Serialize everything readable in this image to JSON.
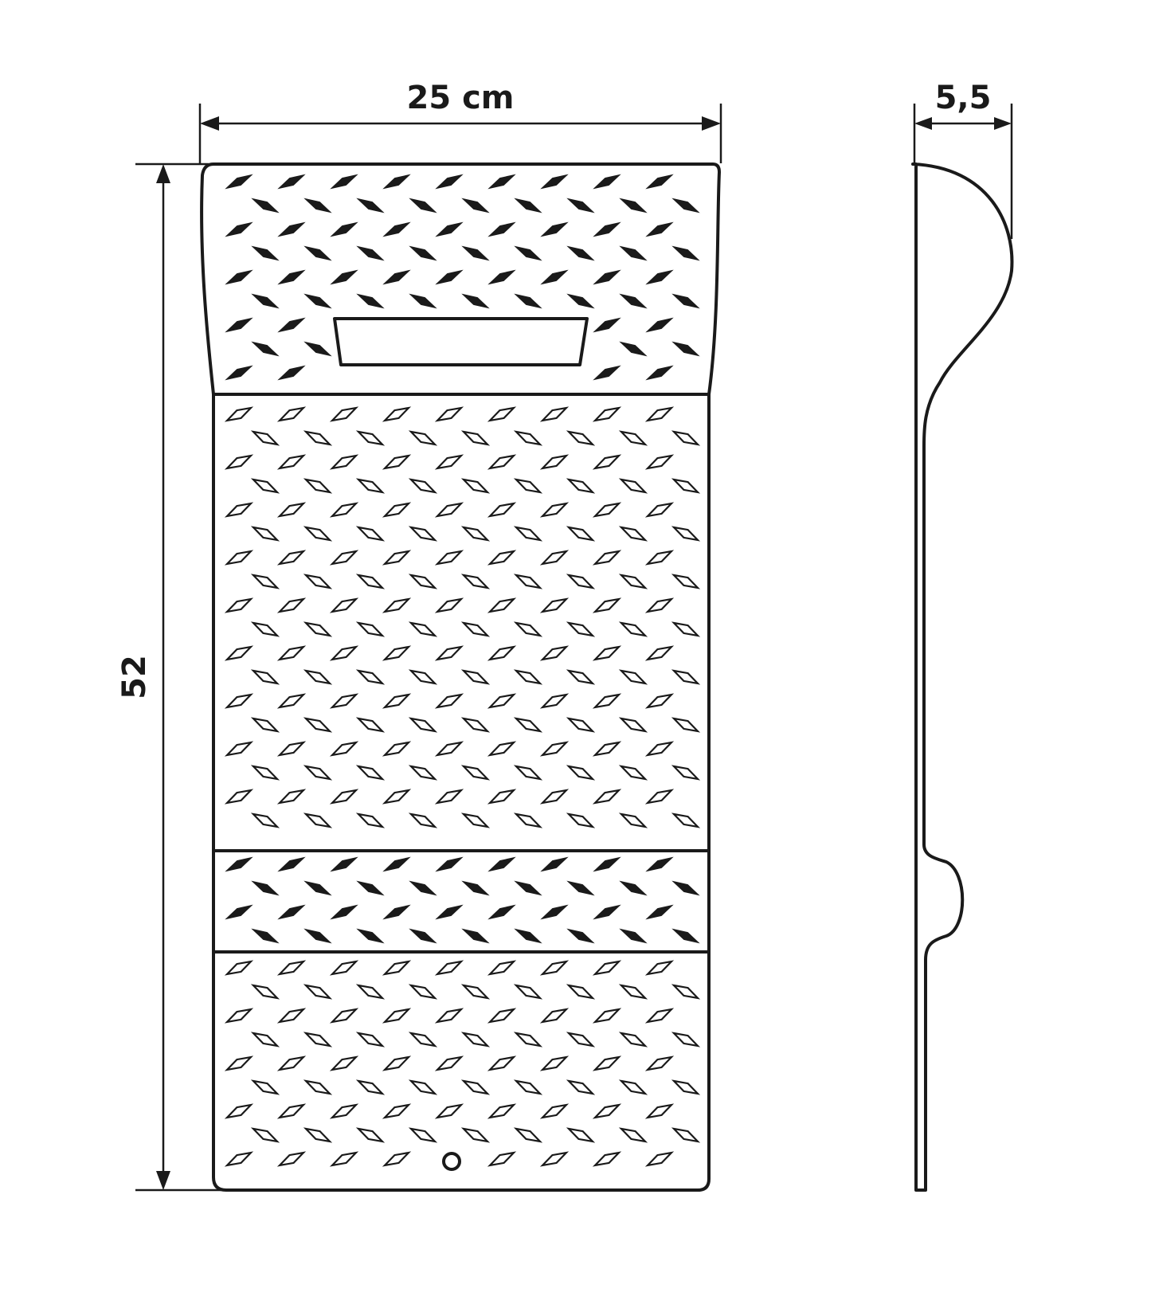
{
  "dimensions": {
    "width_label": "25 cm",
    "height_label": "52",
    "depth_label": "5,5"
  },
  "colors": {
    "stroke": "#1a1a1a",
    "background": "#ffffff"
  }
}
